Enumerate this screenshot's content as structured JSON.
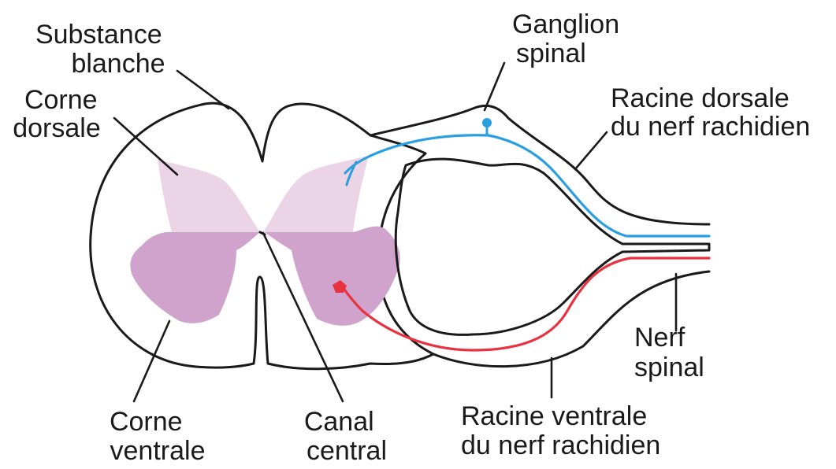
{
  "labels": {
    "substance_blanche": [
      "Substance",
      "blanche"
    ],
    "corne_dorsale": [
      "Corne",
      "dorsale"
    ],
    "ganglion_spinal": [
      "Ganglion",
      "spinal"
    ],
    "racine_dorsale": [
      "Racine dorsale",
      "du nerf rachidien"
    ],
    "nerf_spinal": [
      "Nerf",
      "spinal"
    ],
    "corne_ventrale": [
      "Corne",
      "ventrale"
    ],
    "canal_central": [
      "Canal",
      "central"
    ],
    "racine_ventrale": [
      "Racine ventrale",
      "du nerf rachidien"
    ]
  },
  "colors": {
    "dorsal_horn": "#ead4e6",
    "ventral_horn": "#cfa3cc",
    "sensory_fiber": "#2a9fe0",
    "motor_fiber": "#e8323f",
    "outline": "#1a1a1a"
  }
}
